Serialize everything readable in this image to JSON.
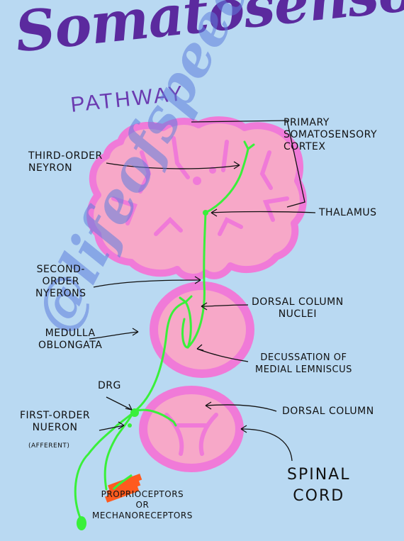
{
  "title": "Somatosensory",
  "subtitle": "PATHWAY",
  "labels": {
    "primary_cortex": "PRIMARY\nSOMATOSENSORY\nCORTEX",
    "third_order": "THIRD-ORDER\nNEYRON",
    "thalamus": "THALAMUS",
    "second_order": "SECOND-\nORDER\nNYERONS",
    "dorsal_column_nuclei": "DORSAL COLUMN\nNUCLEI",
    "medulla": "MEDULLA\nOBLONGATA",
    "decussation": "DECUSSATION OF\nMEDIAL LEMNISCUS",
    "drg": "DRG",
    "first_order": "FIRST-ORDER\nNUERON",
    "afferent": "(AFFERENT)",
    "dorsal_column": "DORSAL COLUMN",
    "spinal_cord": "SPINAL\nCORD",
    "receptors": "PROPRIOCEPTORS\nOR\nMECHANORECEPTORS"
  },
  "watermark": "@lifeofspeech",
  "colors": {
    "background": "#b9d9f2",
    "tissue": "#f7a8c8",
    "tissue_edge": "#f06bd8",
    "pathway": "#39f03a",
    "receptor": "#ff5a1e",
    "title": "#5b2a9e"
  }
}
